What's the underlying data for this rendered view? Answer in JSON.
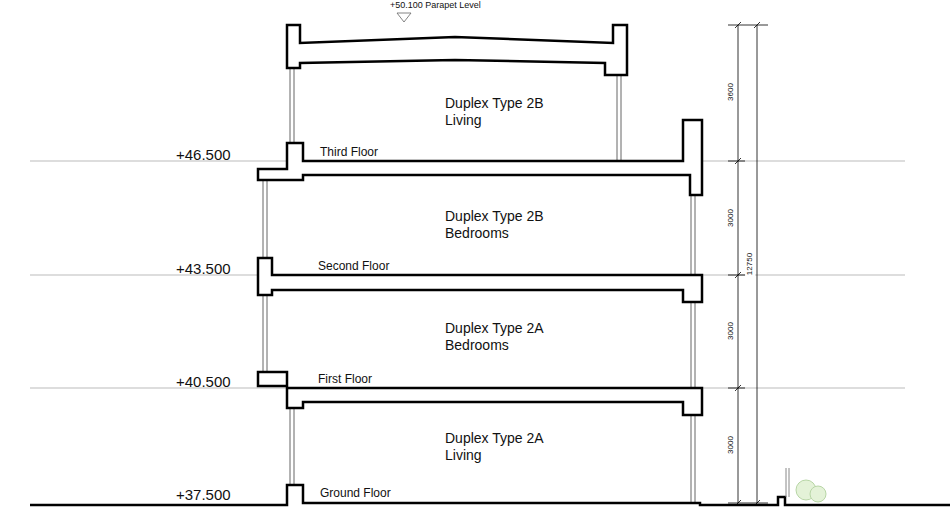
{
  "diagram": {
    "labels": [
      "+50.100 Parapet Level",
      "Duplex Type 2B Living",
      "+46.500",
      "Third Floor",
      "Duplex Type 2B Bedrooms",
      "+43.500",
      "Second Floor",
      "Duplex Type 2A Bedrooms",
      "+40.500",
      "First Floor",
      "Duplex Type 2A Living",
      "+37.500",
      "Ground Floor",
      "3600",
      "3000",
      "3000",
      "3000",
      "12750"
    ]
  }
}
